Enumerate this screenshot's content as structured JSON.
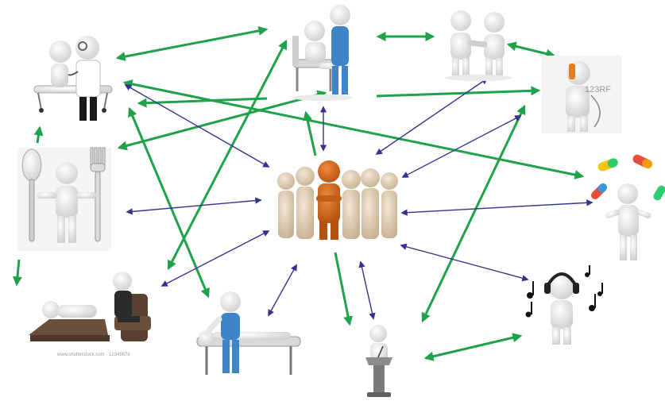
{
  "colors": {
    "green_arrow": "#1fa24a",
    "blue_arrow": "#33338f",
    "figure_white": "#f2f2f2",
    "figure_shade": "#c9c9c9",
    "leader_orange": "#d2691e",
    "crowd_beige": "#d8c8b0",
    "scrub_blue": "#3d85c6"
  },
  "nodes": [
    {
      "name": "node-doctor-stretcher",
      "icon": "doctor-stretcher-icon"
    },
    {
      "name": "node-nurse-patient",
      "icon": "nurse-patient-icon"
    },
    {
      "name": "node-handshake",
      "icon": "handshake-icon"
    },
    {
      "name": "node-phone-call",
      "icon": "phone-call-icon"
    },
    {
      "name": "node-nutrition",
      "icon": "fork-spoon-icon"
    },
    {
      "name": "node-team-leader",
      "icon": "team-leader-icon"
    },
    {
      "name": "node-medication",
      "icon": "pills-icon"
    },
    {
      "name": "node-therapy-couch",
      "icon": "therapy-couch-icon"
    },
    {
      "name": "node-massage-table",
      "icon": "massage-table-icon"
    },
    {
      "name": "node-speaker-podium",
      "icon": "podium-icon"
    },
    {
      "name": "node-music",
      "icon": "headphones-music-icon"
    }
  ],
  "watermarks": {
    "phone": "123RF",
    "couch": "www.shutterstock.com · 12345678"
  }
}
